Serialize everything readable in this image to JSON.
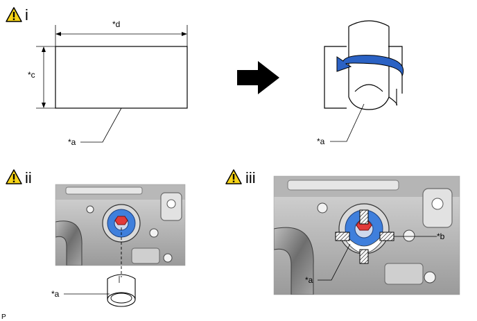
{
  "steps": [
    {
      "numeral": "i",
      "icon": "caution-triangle-icon"
    },
    {
      "numeral": "ii",
      "icon": "caution-triangle-icon"
    },
    {
      "numeral": "iii",
      "icon": "caution-triangle-icon"
    }
  ],
  "labels": {
    "a": "*a",
    "b": "*b",
    "c": "*c",
    "d": "*d"
  },
  "footer": "P",
  "colors": {
    "caution_yellow": "#f7d417",
    "seal_blue": "#3f7fdc",
    "bolt_red": "#e23a3a",
    "arrow_black": "#000000"
  }
}
